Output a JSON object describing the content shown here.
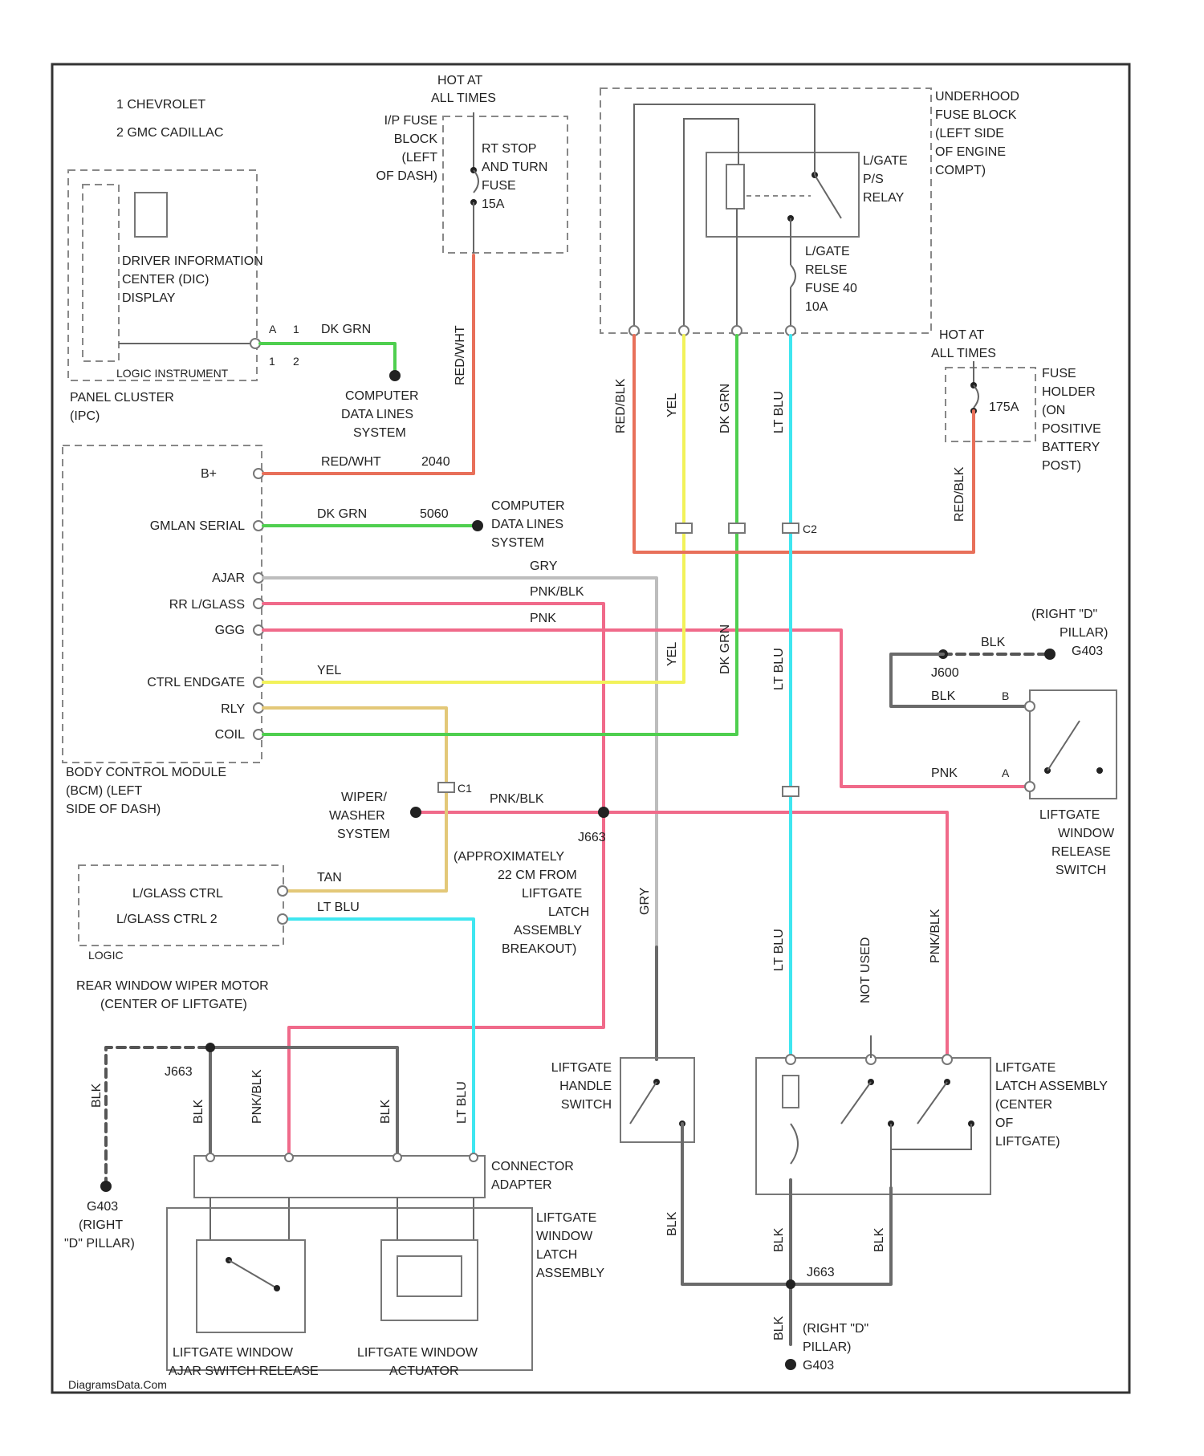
{
  "legend": {
    "item1": "1  CHEVROLET",
    "item2": "2  GMC CADILLAC"
  },
  "fuse_top": {
    "hot": [
      "HOT AT",
      "ALL TIMES"
    ],
    "block": [
      "I/P FUSE",
      "BLOCK",
      "(LEFT",
      "OF DASH)"
    ],
    "fuse": [
      "RT STOP",
      "AND TURN",
      "FUSE",
      "15A"
    ]
  },
  "underhood": {
    "title": [
      "UNDERHOOD",
      "FUSE BLOCK",
      "(LEFT SIDE",
      "OF ENGINE",
      "COMPT)"
    ],
    "relay": [
      "L/GATE",
      "P/S",
      "RELAY"
    ],
    "fuse": [
      "L/GATE",
      "RELSE",
      "FUSE 40",
      "10A"
    ]
  },
  "fuse_holder": {
    "hot": [
      "HOT AT",
      "ALL TIMES"
    ],
    "amp": "175A",
    "label": [
      "FUSE",
      "HOLDER",
      "(ON",
      "POSITIVE",
      "BATTERY",
      "POST)"
    ]
  },
  "dic": {
    "lines": [
      "DRIVER INFORMATION",
      "CENTER (DIC)",
      "DISPLAY"
    ]
  },
  "ipc": {
    "inner": "LOGIC  INSTRUMENT",
    "lines": [
      "PANEL CLUSTER",
      "(IPC)"
    ]
  },
  "computer_data": {
    "label": [
      "COMPUTER",
      "DATA LINES",
      "SYSTEM"
    ]
  },
  "bcm": {
    "signals": [
      "B+",
      "GMLAN SERIAL",
      "AJAR",
      "RR L/GLASS",
      "GGG",
      "CTRL ENDGATE",
      "RLY",
      "COIL"
    ],
    "lines": [
      "BODY CONTROL MODULE",
      "(BCM) (LEFT",
      "SIDE OF DASH)"
    ]
  },
  "wire_labels": {
    "red_wht": "RED/WHT",
    "red_wht_circ": "2040",
    "dk_grn": "DK GRN",
    "dk_grn_circ": "5060",
    "gry": "GRY",
    "pnk_blk": "PNK/BLK",
    "pnk": "PNK",
    "yel": "YEL",
    "lt_blu": "LT BLU",
    "tan": "TAN",
    "blk": "BLK",
    "red_blk": "RED/BLK",
    "not_used": "NOT USED",
    "c1": "C1",
    "c2": "C2"
  },
  "wiper": {
    "label": [
      "WIPER/",
      "WASHER",
      "SYSTEM"
    ],
    "splice": "J663",
    "splice_note": [
      "(APPROXIMATELY",
      "22 CM FROM",
      "LIFTGATE",
      "LATCH",
      "ASSEMBLY",
      "BREAKOUT)"
    ]
  },
  "rear_wiper_switch": {
    "lines": [
      "L/GLASS CTRL",
      "L/GLASS CTRL 2",
      "LOGIC"
    ],
    "label": [
      "REAR WINDOW WIPER MOTOR",
      "(CENTER OF LIFTGATE)"
    ]
  },
  "release_switch": {
    "gnd": [
      "(RIGHT \"D\"",
      "PILLAR)",
      "G403"
    ],
    "splice": "J600",
    "label": [
      "LIFTGATE",
      "WINDOW",
      "RELEASE",
      "SWITCH"
    ]
  },
  "handle_switch": {
    "label": [
      "LIFTGATE",
      "HANDLE",
      "SWITCH"
    ]
  },
  "latch_assembly": {
    "label": [
      "LIFTGATE",
      "LATCH ASSEMBLY",
      "(CENTER",
      "OF",
      "LIFTGATE)"
    ]
  },
  "connector_adapter": {
    "label": [
      "CONNECTOR",
      "ADAPTER"
    ]
  },
  "window_latch": {
    "label": [
      "LIFTGATE",
      "WINDOW",
      "LATCH",
      "ASSEMBLY"
    ],
    "ajar_switch": [
      "LIFTGATE WINDOW",
      "AJAR SWITCH RELEASE"
    ],
    "actuator": [
      "LIFTGATE WINDOW",
      "ACTUATOR"
    ]
  },
  "left_ground": {
    "splice": "J663",
    "gnd": [
      "G403",
      "(RIGHT",
      "\"D\" PILLAR)"
    ]
  },
  "bottom_ground": {
    "splice": "J663",
    "gnd": [
      "(RIGHT \"D\"",
      "PILLAR)",
      "G403"
    ]
  },
  "watermark": "DiagramsData.Com",
  "colors": {
    "red": "#e8705a",
    "pink": "#f06a8a",
    "green": "#4fcf4f",
    "yellow": "#f2f25a",
    "cyan": "#3fe6f0",
    "tan": "#e3c878",
    "gray": "#6a6a6a"
  }
}
